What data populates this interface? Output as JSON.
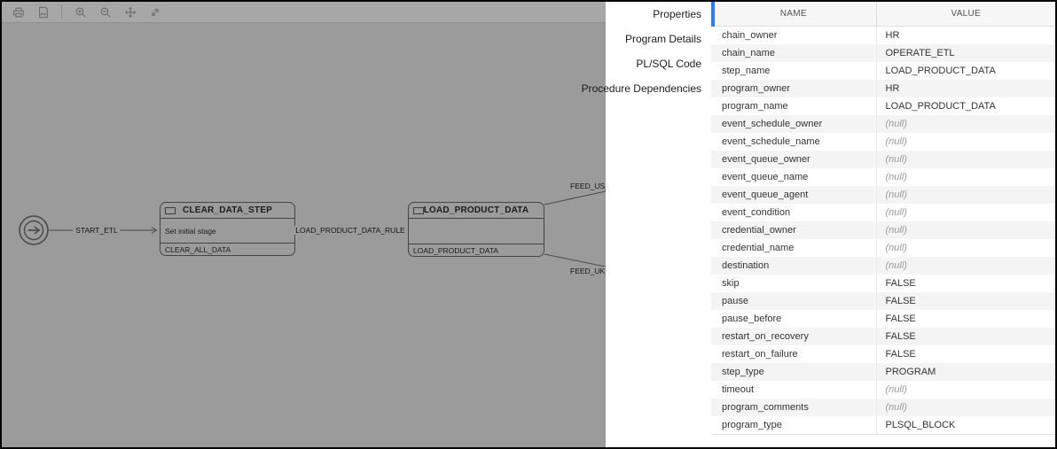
{
  "toolbar": {
    "icons": [
      "print",
      "export-image",
      "zoom-in",
      "zoom-out",
      "pan",
      "fit-to-window"
    ]
  },
  "diagram": {
    "nodes": [
      {
        "title": "CLEAR_DATA_STEP",
        "body": "Set initial stage",
        "footer": "CLEAR_ALL_DATA"
      },
      {
        "title": "LOAD_PRODUCT_DATA",
        "body": "",
        "footer": "LOAD_PRODUCT_DATA"
      }
    ],
    "edge_labels": [
      {
        "label": "START_ETL"
      },
      {
        "label": "LOAD_PRODUCT_DATA_RULE"
      },
      {
        "label": "FEED_US_DAT"
      },
      {
        "label": "FEED_UK_DAT"
      }
    ]
  },
  "panel": {
    "accent_color": "#2e7cf6",
    "tabs": [
      {
        "label": "Properties",
        "selected": true
      },
      {
        "label": "Program Details",
        "selected": false
      },
      {
        "label": "PL/SQL Code",
        "selected": false
      },
      {
        "label": "Procedure Dependencies",
        "selected": false
      }
    ],
    "table": {
      "columns": [
        "NAME",
        "VALUE"
      ],
      "rows": [
        {
          "name": "chain_owner",
          "value": "HR"
        },
        {
          "name": "chain_name",
          "value": "OPERATE_ETL"
        },
        {
          "name": "step_name",
          "value": "LOAD_PRODUCT_DATA"
        },
        {
          "name": "program_owner",
          "value": "HR"
        },
        {
          "name": "program_name",
          "value": "LOAD_PRODUCT_DATA"
        },
        {
          "name": "event_schedule_owner",
          "value": "(null)"
        },
        {
          "name": "event_schedule_name",
          "value": "(null)"
        },
        {
          "name": "event_queue_owner",
          "value": "(null)"
        },
        {
          "name": "event_queue_name",
          "value": "(null)"
        },
        {
          "name": "event_queue_agent",
          "value": "(null)"
        },
        {
          "name": "event_condition",
          "value": "(null)"
        },
        {
          "name": "credential_owner",
          "value": "(null)"
        },
        {
          "name": "credential_name",
          "value": "(null)"
        },
        {
          "name": "destination",
          "value": "(null)"
        },
        {
          "name": "skip",
          "value": "FALSE"
        },
        {
          "name": "pause",
          "value": "FALSE"
        },
        {
          "name": "pause_before",
          "value": "FALSE"
        },
        {
          "name": "restart_on_recovery",
          "value": "FALSE"
        },
        {
          "name": "restart_on_failure",
          "value": "FALSE"
        },
        {
          "name": "step_type",
          "value": "PROGRAM"
        },
        {
          "name": "timeout",
          "value": "(null)"
        },
        {
          "name": "program_comments",
          "value": "(null)"
        },
        {
          "name": "program_type",
          "value": "PLSQL_BLOCK"
        }
      ]
    }
  }
}
